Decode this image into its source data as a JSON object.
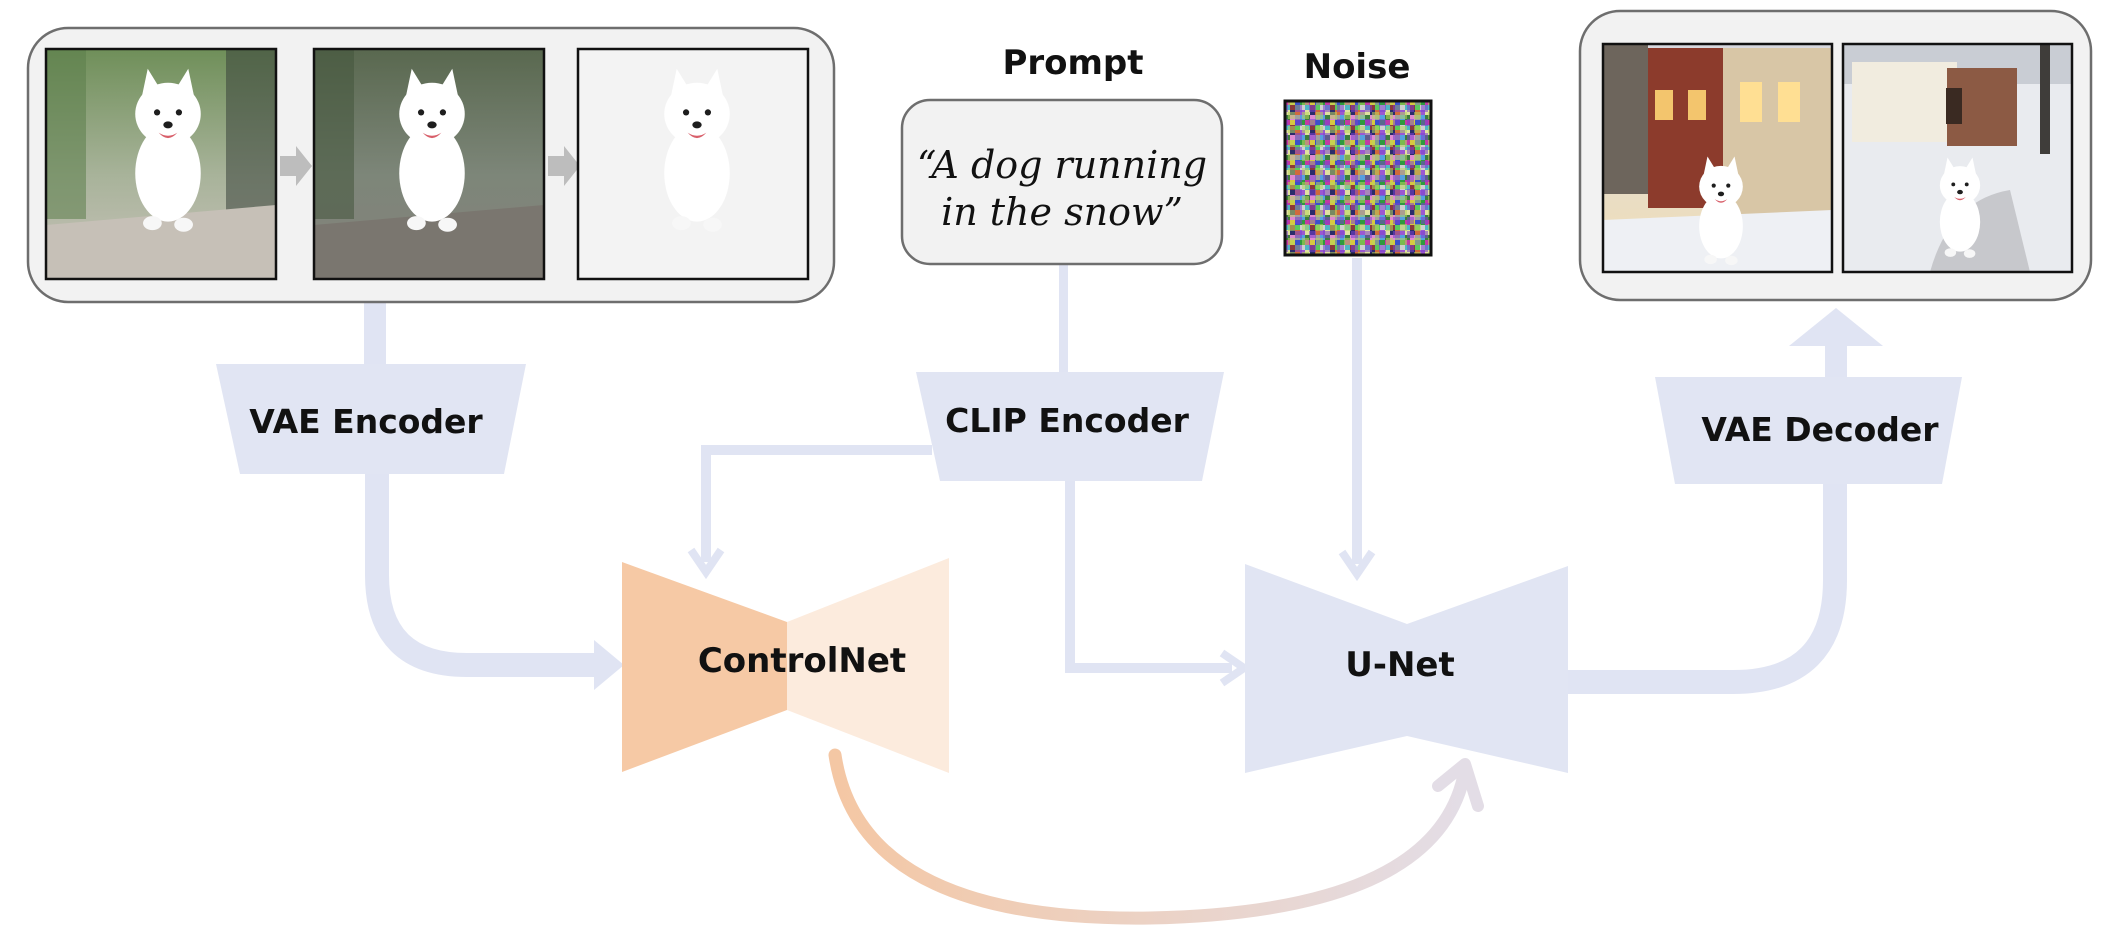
{
  "labels": {
    "prompt_title": "Prompt",
    "prompt_text_line1": "“A dog running",
    "prompt_text_line2": "in the snow”",
    "noise_title": "Noise",
    "vae_encoder": "VAE Encoder",
    "clip_encoder": "CLIP Encoder",
    "vae_decoder": "VAE Decoder",
    "controlnet": "ControlNet",
    "unet": "U-Net"
  },
  "colors": {
    "block_blue": "#e1e5f3",
    "arrow_blue": "#e0e4f3",
    "controlnet_left": "#f6c9a5",
    "controlnet_right": "#fcebdd",
    "panel_fill": "#f2f2f2",
    "panel_border": "#6e6e6e",
    "grey_arrow": "#bdbdbd"
  }
}
